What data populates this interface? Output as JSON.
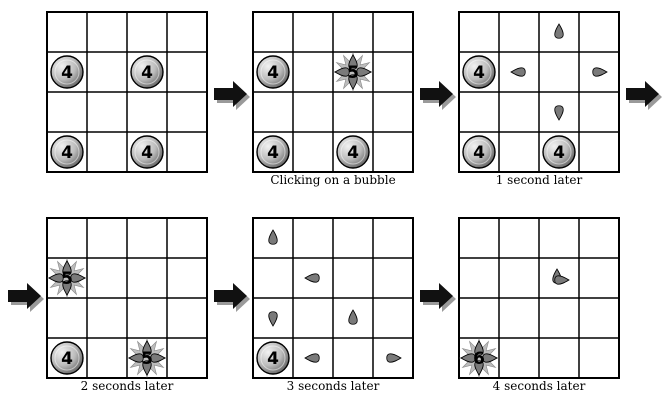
{
  "colors": {
    "grid": "#000000",
    "bubble_light": "#eeeeee",
    "bubble_dark": "#6e6e6e",
    "burst": "#bdbdbd",
    "droplet": "#7a7a7a",
    "arrow": "#111111",
    "arrow_shadow": "#9a9a9a"
  },
  "panels": [
    {
      "caption": "",
      "bubbles": [
        {
          "row": 1,
          "col": 0,
          "value": "4"
        },
        {
          "row": 1,
          "col": 2,
          "value": "4"
        },
        {
          "row": 3,
          "col": 0,
          "value": "4"
        },
        {
          "row": 3,
          "col": 2,
          "value": "4"
        }
      ],
      "bursts": [],
      "droplets": []
    },
    {
      "caption": "Clicking on a bubble",
      "bubbles": [
        {
          "row": 1,
          "col": 0,
          "value": "4"
        },
        {
          "row": 3,
          "col": 0,
          "value": "4"
        },
        {
          "row": 3,
          "col": 2,
          "value": "4"
        }
      ],
      "bursts": [
        {
          "row": 1,
          "col": 2,
          "value": "5"
        }
      ],
      "droplets": []
    },
    {
      "caption": "1 second later",
      "bubbles": [
        {
          "row": 1,
          "col": 0,
          "value": "4"
        },
        {
          "row": 3,
          "col": 0,
          "value": "4"
        },
        {
          "row": 3,
          "col": 2,
          "value": "4"
        }
      ],
      "bursts": [],
      "droplets": [
        {
          "row": 0,
          "col": 2,
          "dir": "up"
        },
        {
          "row": 1,
          "col": 1,
          "dir": "left"
        },
        {
          "row": 1,
          "col": 3,
          "dir": "right"
        },
        {
          "row": 2,
          "col": 2,
          "dir": "down"
        }
      ]
    },
    {
      "caption": "2 seconds later",
      "bubbles": [
        {
          "row": 3,
          "col": 0,
          "value": "4"
        }
      ],
      "bursts": [
        {
          "row": 1,
          "col": 0,
          "value": "5"
        },
        {
          "row": 3,
          "col": 2,
          "value": "5"
        }
      ],
      "droplets": []
    },
    {
      "caption": "3 seconds later",
      "bubbles": [
        {
          "row": 3,
          "col": 0,
          "value": "4"
        }
      ],
      "bursts": [],
      "droplets": [
        {
          "row": 0,
          "col": 0,
          "dir": "up"
        },
        {
          "row": 1,
          "col": 1,
          "dir": "left"
        },
        {
          "row": 2,
          "col": 0,
          "dir": "down"
        },
        {
          "row": 2,
          "col": 2,
          "dir": "up"
        },
        {
          "row": 3,
          "col": 1,
          "dir": "left"
        },
        {
          "row": 3,
          "col": 3,
          "dir": "right"
        }
      ]
    },
    {
      "caption": "4 seconds later",
      "bubbles": [],
      "bursts": [
        {
          "row": 3,
          "col": 0,
          "value": "6"
        }
      ],
      "droplets": [
        {
          "row": 1,
          "col": 2,
          "dir": "pair"
        }
      ]
    }
  ]
}
